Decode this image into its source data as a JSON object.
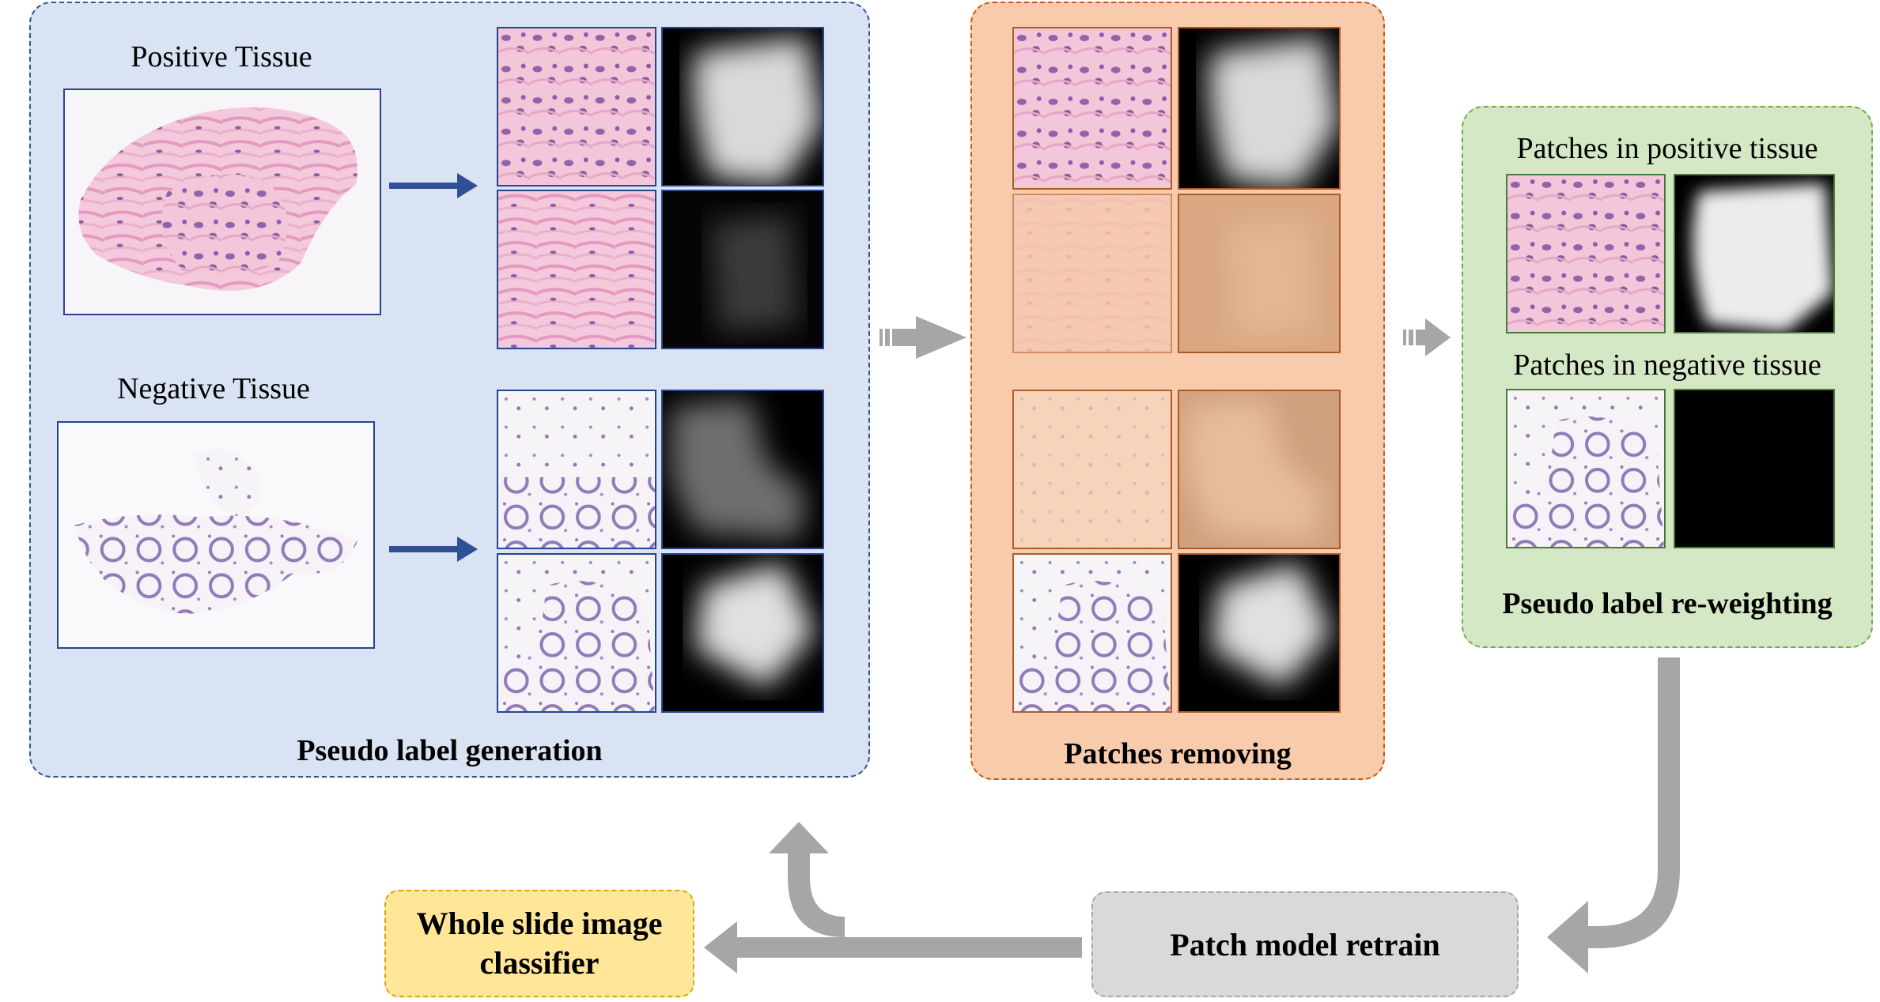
{
  "panels": {
    "generation": {
      "title": "Pseudo label generation",
      "fill": "#dae3f3",
      "border": "#2f5597"
    },
    "removing": {
      "title": "Patches removing",
      "fill": "#f8cbad",
      "border": "#c55a11"
    },
    "reweighting": {
      "title": "Pseudo label re-weighting",
      "positive_label": "Patches in positive tissue",
      "negative_label": "Patches in negative tissue",
      "fill": "#d5e8c5",
      "border": "#70ad47"
    }
  },
  "slides": {
    "positive": "Positive Tissue",
    "negative": "Negative Tissue"
  },
  "boxes": {
    "retrain": {
      "label": "Patch model retrain",
      "fill": "#d9d9d9",
      "border": "#a6a6a6"
    },
    "classifier": {
      "line1": "Whole slide image",
      "line2": "classifier",
      "fill": "#ffe699",
      "border": "#d6a51a"
    }
  },
  "colors": {
    "flow_arrow": "#a6a6a6",
    "blue_arrow": "#2f4f96"
  }
}
